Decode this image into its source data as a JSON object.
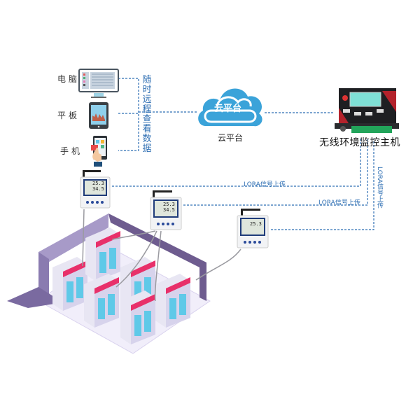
{
  "devices": {
    "computer_label": "电脑",
    "tablet_label": "平板",
    "phone_label": "手机"
  },
  "remote_view_text": "随时远程查看数据",
  "cloud": {
    "inner_label": "云平台",
    "caption": "云平台"
  },
  "host": {
    "caption": "无线环境监控主机"
  },
  "links": {
    "lora_1": "LORA信号上传",
    "lora_2": "LORA信号上传",
    "lora_3": "LORA信号上传"
  },
  "sensors": [
    {
      "temperature": "25.3",
      "humidity": "34.5"
    },
    {
      "temperature": "25.3",
      "humidity": "34.5"
    },
    {
      "temperature": "25.3"
    }
  ],
  "colors": {
    "dashed_line": "#2f6fb3",
    "cloud": "#3ba3d9",
    "cabinet_accent": "#e8306a",
    "room_wall": "#6e5c8f"
  }
}
